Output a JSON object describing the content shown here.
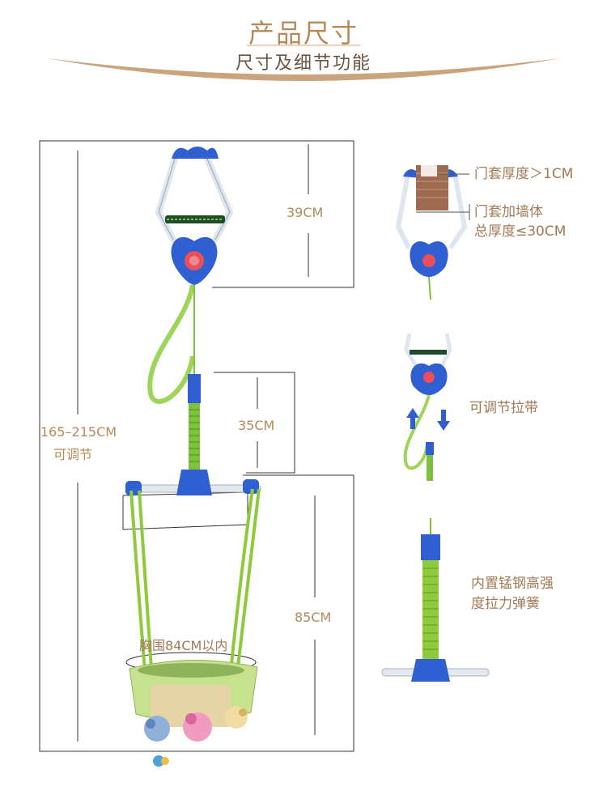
{
  "header": {
    "title": "产品尺寸",
    "subtitle": "尺寸及细节功能"
  },
  "dimensions": {
    "top": "39CM",
    "middle": "35CM",
    "bottom": "85CM",
    "total_range": "165–215CM",
    "total_note": "可调节",
    "chest": "胸围84CM以内"
  },
  "details": {
    "door_thickness": "门套厚度＞1CM",
    "wall_line1": "门套加墙体",
    "wall_line2": "总厚度≤30CM",
    "strap": "可调节拉带",
    "spring_line1": "内置锰钢高强",
    "spring_line2": "度拉力弹簧"
  },
  "colors": {
    "accent_text": "#b58a5a",
    "blue": "#2f5fd0",
    "green": "#7cc23a",
    "red": "#ea4f5c"
  }
}
